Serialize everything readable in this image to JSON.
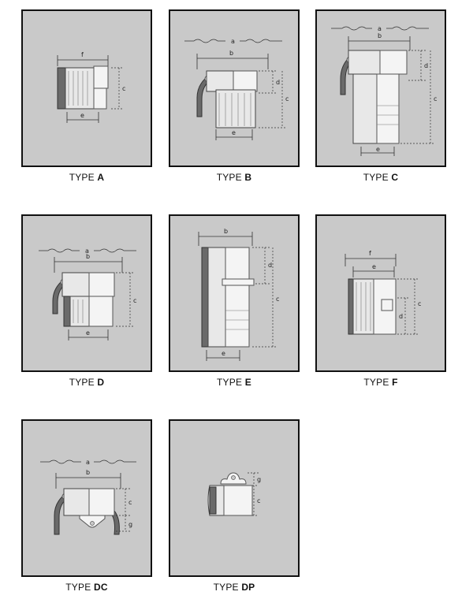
{
  "type_prefix": "TYPE",
  "items": [
    {
      "code": "A",
      "labels": {
        "f": "f",
        "c": "c",
        "e": "e"
      }
    },
    {
      "code": "B",
      "labels": {
        "a": "a",
        "b": "b",
        "d": "d",
        "c": "c",
        "e": "e"
      }
    },
    {
      "code": "C",
      "labels": {
        "a": "a",
        "b": "b",
        "d": "d",
        "c": "c",
        "e": "e"
      }
    },
    {
      "code": "D",
      "labels": {
        "a": "a",
        "b": "b",
        "c": "c",
        "e": "e"
      }
    },
    {
      "code": "E",
      "labels": {
        "b": "b",
        "d": "d",
        "c": "c",
        "e": "e"
      }
    },
    {
      "code": "F",
      "labels": {
        "f": "f",
        "e": "e",
        "c": "c",
        "d": "d"
      }
    },
    {
      "code": "DC",
      "labels": {
        "a": "a",
        "b": "b",
        "c": "c",
        "g": "g"
      }
    },
    {
      "code": "DP",
      "labels": {
        "g": "g",
        "c": "c"
      }
    }
  ]
}
